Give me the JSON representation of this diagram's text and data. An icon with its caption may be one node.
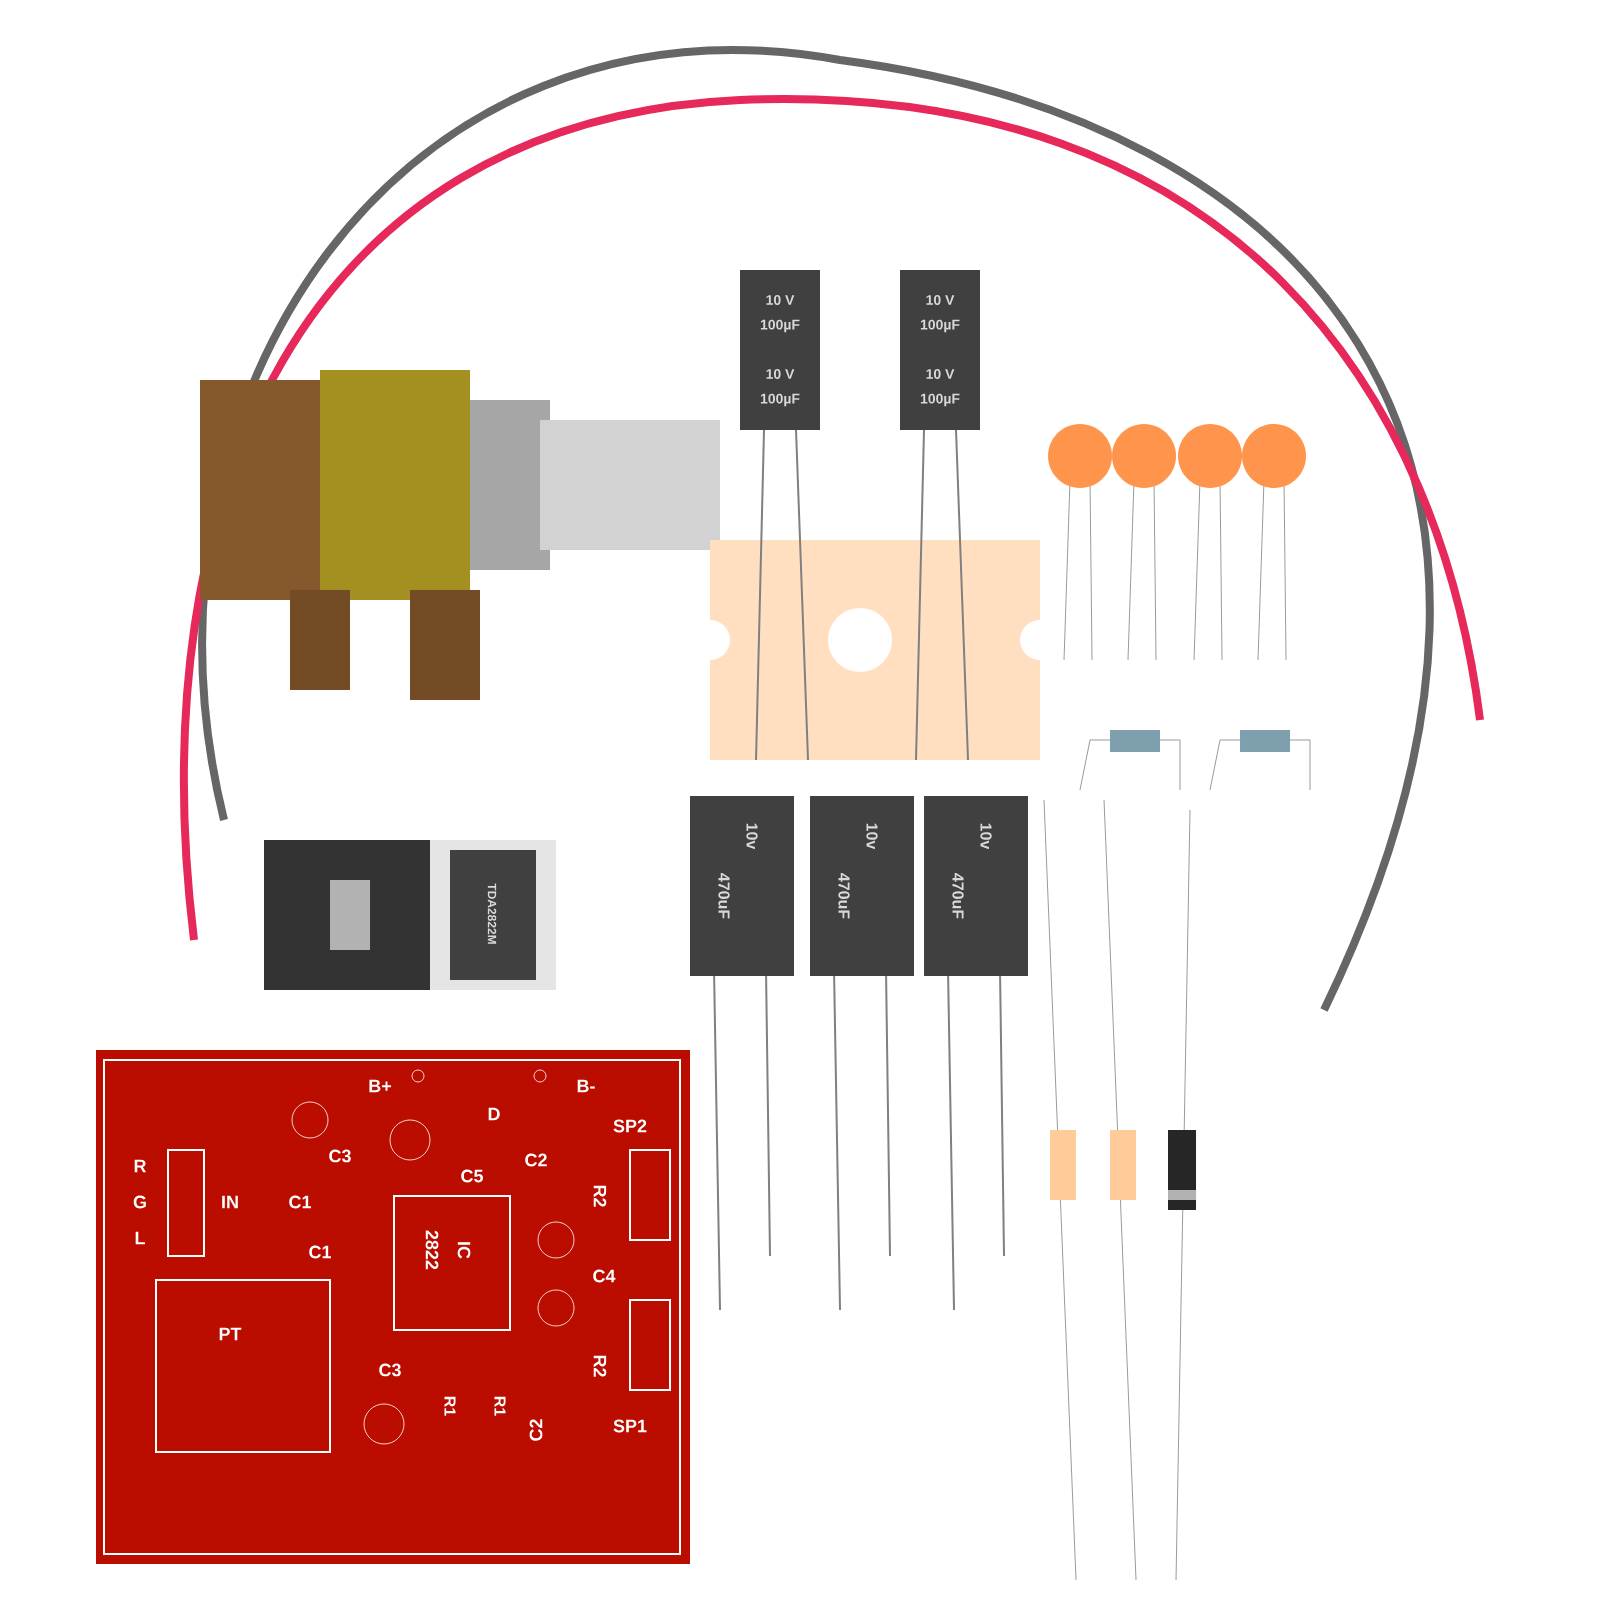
{
  "diagram": {
    "labels": [
      "10 V",
      "100µF",
      "10 V",
      "100µF",
      "10 V",
      "100µF",
      "10 V",
      "100µF",
      "TDA2822M",
      "10v",
      "470uF",
      "10v",
      "470uF",
      "10v",
      "470uF",
      "B+",
      "D",
      "B-",
      "C3",
      "C5",
      "C2",
      "SP2",
      "R",
      "G",
      "IN",
      "L",
      "C1",
      "C1",
      "R2",
      "IC",
      "2822",
      "C4",
      "PT",
      "C3",
      "R1",
      "R1",
      "C2",
      "R2",
      "SP1"
    ]
  }
}
